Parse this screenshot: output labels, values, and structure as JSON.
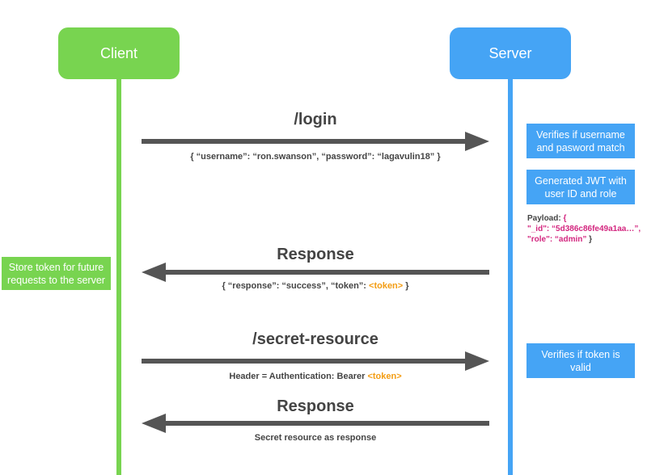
{
  "actors": {
    "client": "Client",
    "server": "Server"
  },
  "messages": [
    {
      "label": "/login",
      "detail": "{ “username”: “ron.swanson”, “password”: “lagavulin18” }",
      "direction": "client-to-server"
    },
    {
      "label": "Response",
      "detail_prefix": "{ “response”: “success”, “token”: ",
      "detail_token": "<token>",
      "detail_suffix": " }",
      "direction": "server-to-client"
    },
    {
      "label": "/secret-resource",
      "detail_prefix": "Header = Authentication: Bearer ",
      "detail_token": "<token>",
      "direction": "client-to-server"
    },
    {
      "label": "Response",
      "detail": "Secret resource as response",
      "direction": "server-to-client"
    }
  ],
  "server_notes": {
    "verify_credentials": "Verifies if username and pasword match",
    "generate_jwt": "Generated JWT with user ID and role",
    "verify_token": "Verifies if token is valid"
  },
  "client_notes": {
    "store_token": "Store token for future requests to the server"
  },
  "payload": {
    "label": "Payload:",
    "open": "{",
    "id_line": "\"_id\": “5d386c86fe49a1aa…”,",
    "role_line": "\"role\": “admin”",
    "close": "}"
  },
  "colors": {
    "client": "#78d450",
    "server": "#45a4f5",
    "arrow": "#555555",
    "token": "#f39c12",
    "payload_value": "#d3267f"
  }
}
